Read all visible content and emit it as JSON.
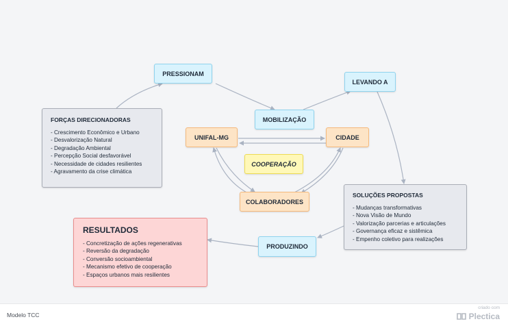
{
  "diagram": {
    "nodes": {
      "pressionam": "PRESSIONAM",
      "levando_a": "LEVANDO A",
      "mobilizacao": "MOBILIZAÇÃO",
      "unifal_mg": "UNIFAL-MG",
      "cidade": "CIDADE",
      "cooperacao": "COOPERAÇÃO",
      "colaboradores": "COLABORADORES",
      "produzindo": "PRODUZINDO"
    },
    "forcas": {
      "title": "FORÇAS DIRECIONADORAS",
      "items": [
        "- Crescimento Econômico e Urbano",
        "- Desvalorização Natural",
        "- Degradação Ambiental",
        "- Percepção Social desfavorável",
        "- Necessidade de cidades resilientes",
        "- Agravamento da crise climática"
      ]
    },
    "solucoes": {
      "title": "SOLUÇÕES PROPOSTAS",
      "items": [
        "- Mudanças transformativas",
        "- Nova Visão de Mundo",
        "- Valorização parcerias e articulações",
        "- Governança eficaz e sistêmica",
        "- Empenho coletivo para realizações"
      ]
    },
    "resultados": {
      "title": "RESULTADOS",
      "items": [
        "- Concretização de ações regenerativas",
        "- Reversão da degradação",
        "- Conversão socioambiental",
        "- Mecanismo efetivo de cooperação",
        "- Espaços urbanos mais resilientes"
      ]
    }
  },
  "footer": {
    "title": "Modelo TCC",
    "credit": "criado com",
    "brand": "Plectica"
  },
  "colors": {
    "blue_node": "#d9f3fd",
    "orange_node": "#fde4c6",
    "yellow_node": "#fff8b8",
    "gray_box": "#e7e9ee",
    "red_box": "#fdd6d6",
    "connector": "#aab3c2"
  }
}
